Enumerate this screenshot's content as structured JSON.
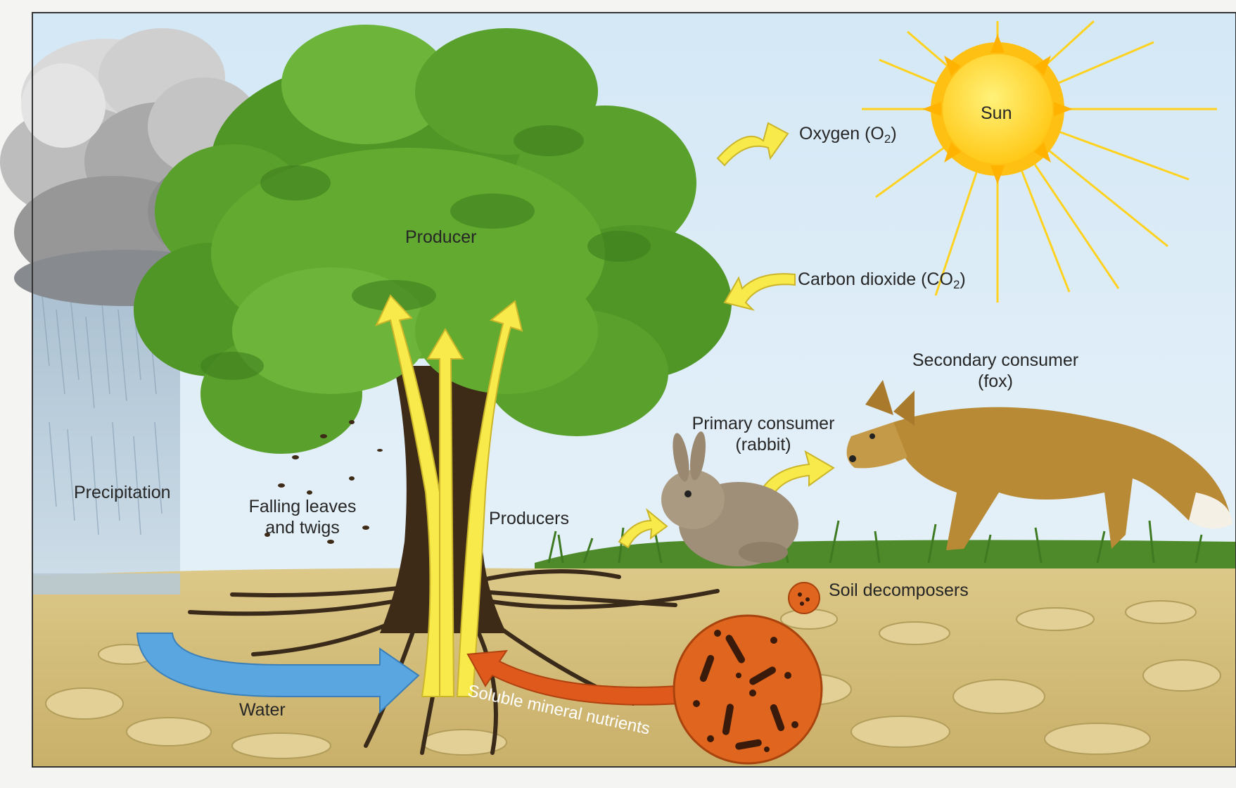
{
  "labels": {
    "sun": "Sun",
    "oxygen": "Oxygen (O",
    "oxygen_sub": "2",
    "oxygen_end": ")",
    "producer": "Producer",
    "carbon_dioxide": "Carbon dioxide (CO",
    "carbon_dioxide_sub": "2",
    "carbon_dioxide_end": ")",
    "secondary_consumer_line1": "Secondary consumer",
    "secondary_consumer_line2": "(fox)",
    "primary_consumer_line1": "Primary consumer",
    "primary_consumer_line2": "(rabbit)",
    "precipitation": "Precipitation",
    "falling_leaves_line1": "Falling leaves",
    "falling_leaves_line2": "and twigs",
    "producers": "Producers",
    "soil_decomposers": "Soil decomposers",
    "water": "Water",
    "soluble_mineral_nutrients": "Soluble mineral nutrients"
  },
  "colors": {
    "sky": "#dcebf6",
    "soil": "#d8c37e",
    "foliage": "#5aa02c",
    "sun": "#ffd21f",
    "flow_arrow": "#f7ea4a",
    "water_arrow": "#5aa6e0",
    "nutrient_arrow": "#e0591c",
    "fox": "#b98a36",
    "rabbit": "#a08f78"
  }
}
